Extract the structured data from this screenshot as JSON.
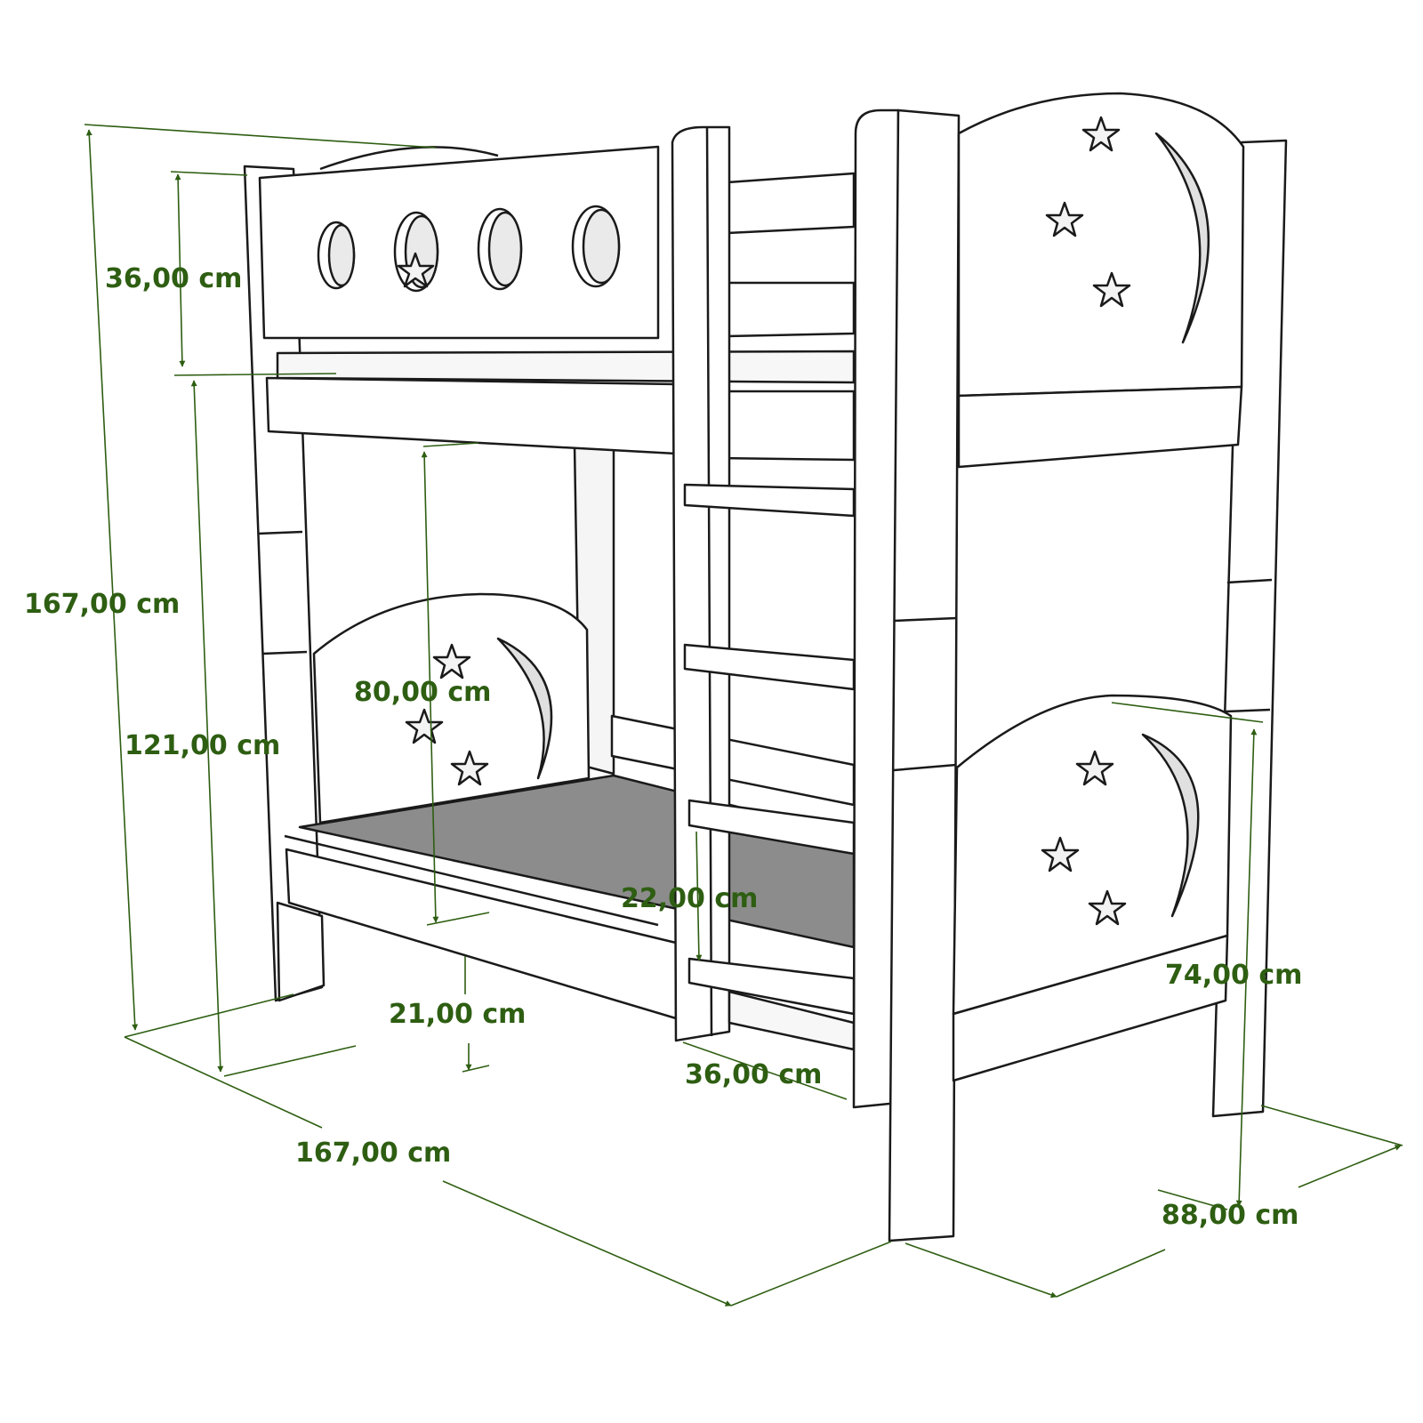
{
  "colors": {
    "dimension": "#2e5e12",
    "outline": "#1a1a1a",
    "wood": "#ffffff",
    "shade": "#f2f2f2",
    "mattress": "#8c8c8c"
  },
  "dimensions": {
    "total_height": "167,00 cm",
    "upper_guard_height": "36,00 cm",
    "upper_deck_height": "121,00 cm",
    "clearance_height": "80,00 cm",
    "ladder_step_spacing": "22,00 cm",
    "floor_clearance": "21,00 cm",
    "ladder_width": "36,00 cm",
    "headboard_height": "74,00 cm",
    "total_length": "167,00 cm",
    "total_width": "88,00 cm"
  }
}
